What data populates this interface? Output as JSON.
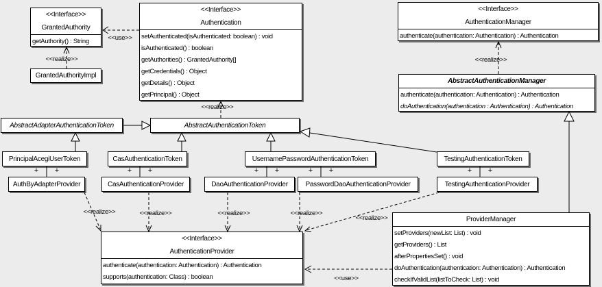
{
  "classes": {
    "grantedAuthority": {
      "stereotype": "<<Interface>>",
      "name": "GrantedAuthority",
      "methods": [
        "getAuthority() : String"
      ]
    },
    "authentication": {
      "stereotype": "<<Interface>>",
      "name": "Authentication",
      "methods": [
        "setAuthenticated(isAuthenticated: boolean) : void",
        "isAuthenticated() : boolean",
        "getAuthorities() : GrantedAuthority[]",
        "getCredentials() : Object",
        "getDetails() : Object",
        "getPrincipal() : Object"
      ]
    },
    "authenticationManager": {
      "stereotype": "<<Interface>>",
      "name": "AuthenticationManager",
      "methods": [
        "authenticate(authentication: Authentication) : Authentication"
      ]
    },
    "grantedAuthorityImpl": {
      "name": "GrantedAuthorityImpl"
    },
    "abstractAuthenticationManager": {
      "name": "AbstractAuthenticationManager",
      "methods": [
        "authenticate(authentication: Authentication) : Authentication",
        "doAuthentication(authentication : Authentication) : Authentication"
      ]
    },
    "abstractAdapterAuthenticationToken": {
      "name": "AbstractAdapterAuthenticationToken"
    },
    "abstractAuthenticationToken": {
      "name": "AbstractAuthenticationToken"
    },
    "principalAcegiUserToken": {
      "name": "PrincipalAcegiUserToken"
    },
    "casAuthenticationToken": {
      "name": "CasAuthenticationToken"
    },
    "usernamePasswordAuthenticationToken": {
      "name": "UsernamePasswordAuthenticationToken"
    },
    "testingAuthenticationToken": {
      "name": "TestingAuthenticationToken"
    },
    "authByAdapterProvider": {
      "name": "AuthByAdapterProvider"
    },
    "casAuthenticationProvider": {
      "name": "CasAuthenticationProvider"
    },
    "daoAuthenticationProvider": {
      "name": "DaoAuthenticationProvider"
    },
    "passwordDaoAuthenticationProvider": {
      "name": "PasswordDaoAuthenticationProvider"
    },
    "testingAuthenticationProvider": {
      "name": "TestingAuthenticationProvider"
    },
    "authenticationProvider": {
      "stereotype": "<<Interface>>",
      "name": "AuthenticationProvider",
      "methods": [
        "authenticate(authentication: Authentication) : Authentication",
        "supports(authentication: Class) : boolean"
      ]
    },
    "providerManager": {
      "name": "ProviderManager",
      "methods": [
        "setProviders(newList: List) : void",
        "getProviders() : List",
        "afterPropertiesSet() : void",
        "doAuthentication(authentication: Authentication) : Authentication",
        "checkIfValidList(listToCheck: List) : void"
      ]
    }
  },
  "labels": {
    "use": "<<use>>",
    "realize": "<<realize>>",
    "plus": "+"
  },
  "colors": {
    "background": "#ececec",
    "box_fill": "#ffffff",
    "line": "#000000"
  }
}
